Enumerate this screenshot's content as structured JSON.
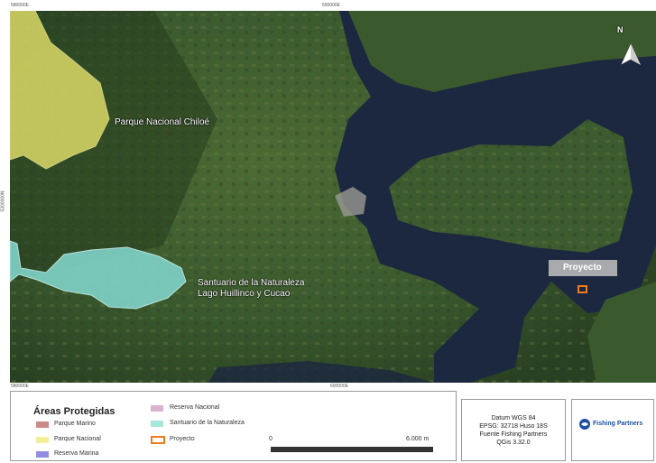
{
  "map": {
    "north_arrow": "N",
    "labels": {
      "parque_nacional_chiloe": "Parque Nacional Chiloé",
      "santuario_line1": "Santuario de la Naturaleza",
      "santuario_line2": "Lago Huillinco y Cucao",
      "proyecto": "Proyecto"
    },
    "coords": {
      "top_left": "580000E",
      "top_mid": "600000E",
      "bottom_left": "580000E",
      "bottom_mid": "600000E",
      "left_side": "5300000N"
    },
    "colors": {
      "land": "#3a5a2e",
      "water": "#1c2740",
      "parque_nacional": "#e6e36a",
      "santuario": "#7fd3c8",
      "proyecto": "#f07b1a"
    }
  },
  "legend": {
    "title": "Áreas Protegidas",
    "items": [
      {
        "label": "Parque Marino",
        "color": "#c98a8a"
      },
      {
        "label": "Parque Nacional",
        "color": "#f2ee9a"
      },
      {
        "label": "Reserva Marina",
        "color": "#8f8ee0"
      },
      {
        "label": "Reserva Nacional",
        "color": "#d9b3d0"
      },
      {
        "label": "Santuario de la Naturaleza",
        "color": "#a8e8dc"
      },
      {
        "label": "Proyecto",
        "color": "#f07b1a"
      }
    ],
    "scale": {
      "start": "0",
      "end": "6.000 m"
    }
  },
  "datum": {
    "line1": "Datum WGS 84",
    "line2": "EPSG: 32718 Huso 18S",
    "line3": "Fuente Fishing Partners",
    "line4": "QGis 3.32.0"
  },
  "logo": {
    "text": "Fishing Partners",
    "color": "#1d4fa3"
  }
}
